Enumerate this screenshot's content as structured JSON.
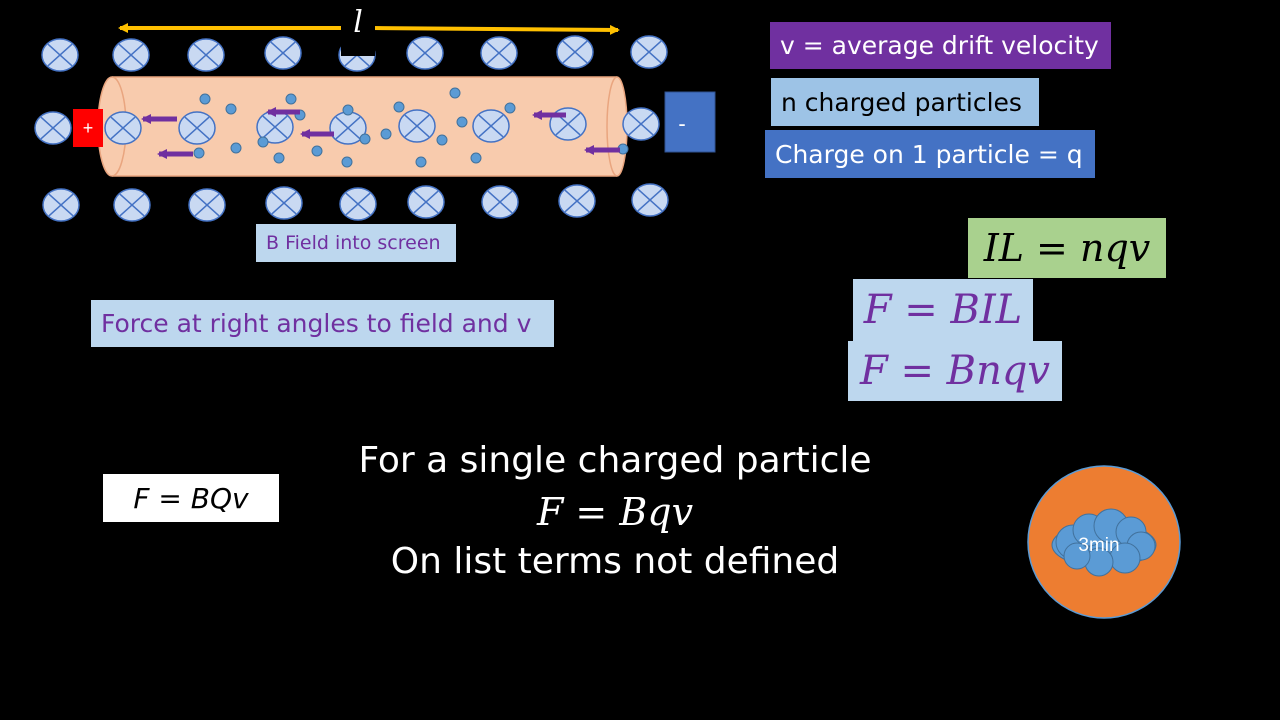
{
  "diagram": {
    "length_label": "l",
    "positive_terminal": "+",
    "negative_terminal": "-",
    "field_label": "B Field into screen"
  },
  "labels": {
    "drift_velocity": "v = average drift velocity",
    "n_particles": "n charged particles",
    "charge": "Charge on 1 particle = q",
    "force_direction": "Force at right angles to field and v"
  },
  "equations": {
    "il": "IL = nqv",
    "fbil": "F = BIL",
    "fbnqv": "F = Bnqv",
    "fbqv_box": "F = BQv"
  },
  "center": {
    "line1": "For a single charged particle",
    "line2": "F = Bqv",
    "line3": "On list terms not defined"
  },
  "timer": {
    "label": "3min"
  },
  "colors": {
    "purple_box": "#7030A0",
    "light_blue_box": "#9DC3E6",
    "blue_box": "#4472C4",
    "green_box": "#A9D18E",
    "pale_blue_box": "#BDD7EE",
    "tube": "#F8CBAD",
    "arrow_orange": "#FFC000",
    "arrow_purple": "#7030A0",
    "timer_orange": "#ED7D31",
    "cloud_blue": "#5B9BD5",
    "plus_red": "#FF0000",
    "text_purple": "#7030A0"
  }
}
